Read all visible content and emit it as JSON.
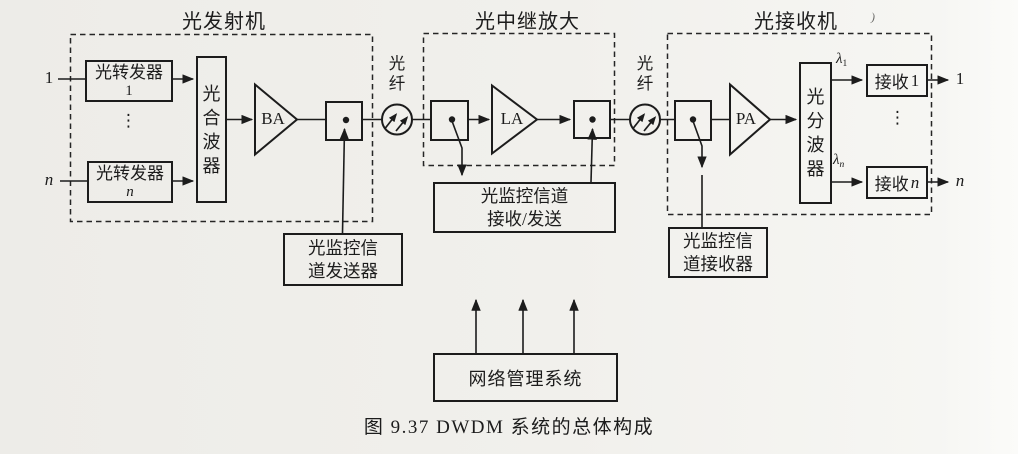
{
  "figure": {
    "caption": "图 9.37  DWDM 系统的总体构成",
    "artifact": ")"
  },
  "colors": {
    "ink": "#1c1c1c",
    "paper": "#f1f0ec"
  },
  "sections": {
    "transmitter": {
      "title": "光发射机"
    },
    "repeater": {
      "title": "光中继放大"
    },
    "receiver": {
      "title": "光接收机"
    }
  },
  "blocks": {
    "transponder1": {
      "line1": "光转发器",
      "line2": "1"
    },
    "transponder_n": {
      "line1": "光转发器",
      "line2": "n"
    },
    "mux": {
      "label": "光\n合\n波\n器"
    },
    "demux": {
      "label": "光\n分\n波\n器"
    },
    "booster_amp": {
      "label": "BA"
    },
    "line_amp": {
      "label": "LA"
    },
    "pre_amp": {
      "label": "PA"
    },
    "receiver1": {
      "prefix": "接收",
      "suffix": "1"
    },
    "receiver_n": {
      "prefix": "接收",
      "suffix": "n"
    },
    "osc_transmitter": {
      "label": "光监控信\n道发送器"
    },
    "osc_transceiver": {
      "label": "光监控信道\n接收/发送"
    },
    "osc_receiver": {
      "label": "光监控信\n道接收器"
    },
    "nms": {
      "label": "网络管理系统"
    }
  },
  "labels": {
    "fiber1": "光\n纤",
    "fiber2": "光\n纤",
    "input1": "1",
    "input_n": "n",
    "output1": "1",
    "output_n": "n",
    "lambda1": {
      "base": "λ",
      "sub": "1"
    },
    "lambda_n": {
      "base": "λ",
      "sub": "n"
    },
    "ellipsis_tx": "⋮",
    "ellipsis_rx": "⋮"
  }
}
